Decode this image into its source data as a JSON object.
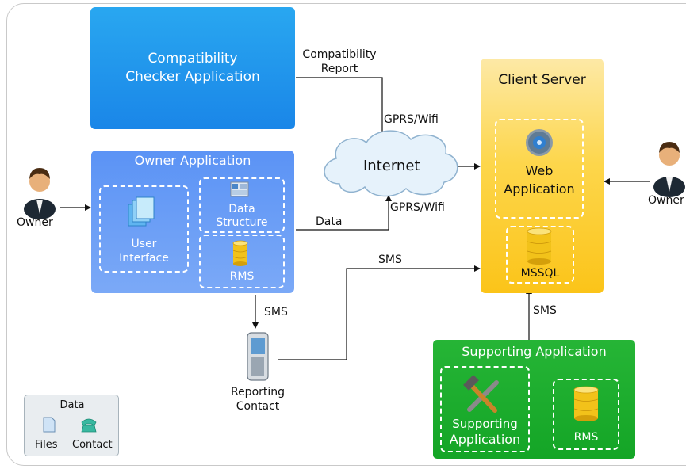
{
  "compat_app": {
    "line1": "Compatibility",
    "line2": "Checker Application"
  },
  "compat_report": {
    "line1": "Compatibility",
    "line2": "Report"
  },
  "internet": {
    "label": "Internet"
  },
  "links": {
    "gprs_top": "GPRS/Wifi",
    "gprs_mid": "GPRS/Wifi",
    "data": "Data",
    "sms_phone": "SMS",
    "sms_mid": "SMS",
    "sms_support": "SMS"
  },
  "owner_app": {
    "title": "Owner Application",
    "ui_line1": "User",
    "ui_line2": "Interface",
    "ds_line1": "Data",
    "ds_line2": "Structure",
    "rms": "RMS"
  },
  "client_server": {
    "title": "Client Server",
    "web_line1": "Web",
    "web_line2": "Application",
    "db": "MSSQL"
  },
  "support_app": {
    "title": "Supporting Application",
    "tool_line1": "Supporting",
    "tool_line2": "Application",
    "rms": "RMS"
  },
  "owner_left": "Owner",
  "owner_right": "Owner",
  "reporting": {
    "line1": "Reporting",
    "line2": "Contact"
  },
  "legend": {
    "title": "Data",
    "files": "Files",
    "contact": "Contact"
  },
  "colors": {
    "compat_blue": "#1a86e8",
    "owner_blue": "#6a9ff6",
    "client_yellow": "#fdd64b",
    "support_green": "#1aad2c"
  }
}
